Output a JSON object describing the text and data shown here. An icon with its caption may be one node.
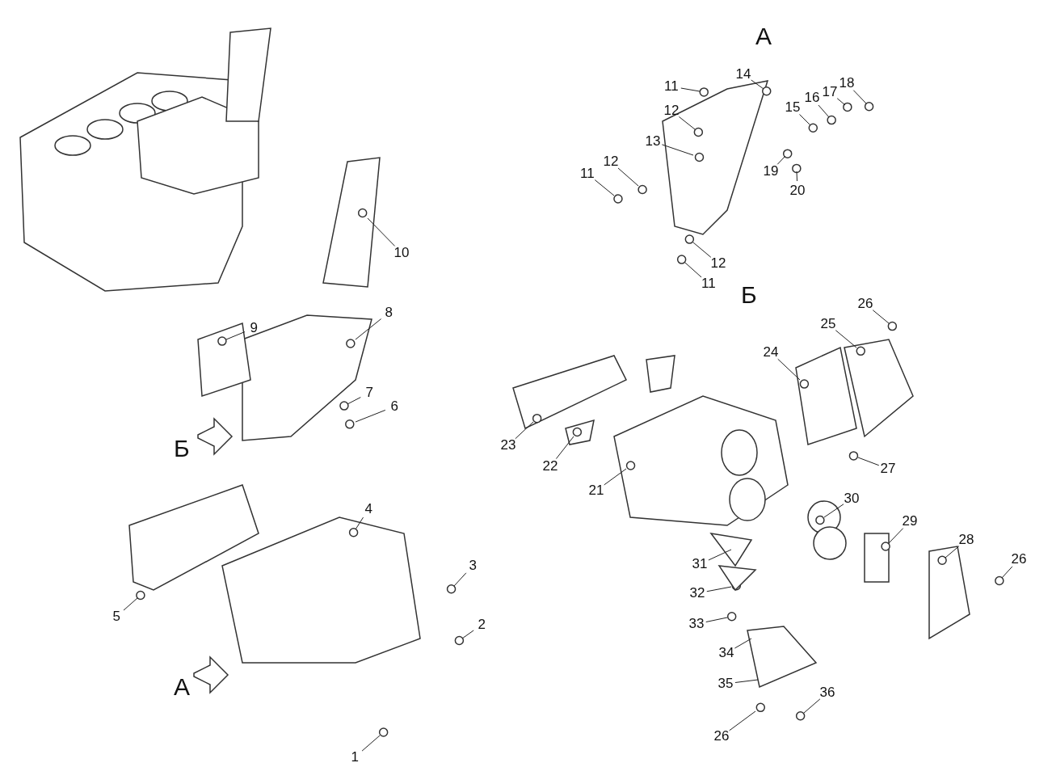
{
  "diagram": {
    "nodes": [
      {
        "text": [
          "14"
        ]
      },
      {
        "text": [
          "11"
        ]
      },
      {
        "text": [
          "12"
        ]
      },
      {
        "text": [
          "18"
        ]
      },
      {
        "text": [
          "17"
        ]
      },
      {
        "text": [
          "16"
        ]
      },
      {
        "text": [
          "15"
        ]
      },
      {
        "text": [
          "13"
        ]
      },
      {
        "text": [
          "12"
        ]
      },
      {
        "text": [
          "11"
        ]
      },
      {
        "text": [
          "19"
        ]
      },
      {
        "text": [
          "20"
        ]
      },
      {
        "text": [
          "10"
        ]
      },
      {
        "text": [
          "12"
        ]
      },
      {
        "text": [
          "11"
        ]
      },
      {
        "text": [
          "26"
        ]
      },
      {
        "text": [
          "8"
        ]
      },
      {
        "text": [
          "9"
        ]
      },
      {
        "text": [
          "25"
        ]
      },
      {
        "text": [
          "24"
        ]
      },
      {
        "text": [
          "7"
        ]
      },
      {
        "text": [
          "6"
        ]
      },
      {
        "text": [
          "23"
        ]
      },
      {
        "text": [
          "22"
        ]
      },
      {
        "text": [
          "21"
        ]
      },
      {
        "text": [
          "27"
        ]
      },
      {
        "text": [
          "30"
        ]
      },
      {
        "text": [
          "4"
        ]
      },
      {
        "text": [
          "29"
        ]
      },
      {
        "text": [
          "28"
        ]
      },
      {
        "text": [
          "26"
        ]
      },
      {
        "text": [
          "3"
        ]
      },
      {
        "text": [
          "31"
        ]
      },
      {
        "text": [
          "32"
        ]
      },
      {
        "text": [
          "5"
        ]
      },
      {
        "text": [
          "2"
        ]
      },
      {
        "text": [
          "33"
        ]
      },
      {
        "text": [
          "34"
        ]
      },
      {
        "text": [
          "35"
        ]
      },
      {
        "text": [
          "36"
        ]
      },
      {
        "text": [
          "26"
        ]
      },
      {
        "text": [
          "1"
        ]
      }
    ],
    "edges": [
      {
        "from": 0,
        "to": null,
        "arrow": "none"
      },
      {
        "from": 1,
        "to": null,
        "arrow": "none"
      },
      {
        "from": 2,
        "to": null,
        "arrow": "none"
      },
      {
        "from": 3,
        "to": null,
        "arrow": "none"
      },
      {
        "from": 4,
        "to": null,
        "arrow": "none"
      },
      {
        "from": 5,
        "to": null,
        "arrow": "none"
      },
      {
        "from": 6,
        "to": null,
        "arrow": "none"
      },
      {
        "from": 7,
        "to": null,
        "arrow": "none"
      },
      {
        "from": 8,
        "to": null,
        "arrow": "none"
      },
      {
        "from": 9,
        "to": null,
        "arrow": "none"
      },
      {
        "from": 10,
        "to": null,
        "arrow": "none"
      },
      {
        "from": 11,
        "to": null,
        "arrow": "none"
      },
      {
        "from": 12,
        "to": null,
        "arrow": "none"
      },
      {
        "from": 13,
        "to": null,
        "arrow": "none"
      },
      {
        "from": 14,
        "to": null,
        "arrow": "none"
      },
      {
        "from": 15,
        "to": null,
        "arrow": "none"
      },
      {
        "from": 16,
        "to": null,
        "arrow": "none"
      },
      {
        "from": 17,
        "to": null,
        "arrow": "none"
      },
      {
        "from": 18,
        "to": null,
        "arrow": "none"
      },
      {
        "from": 19,
        "to": null,
        "arrow": "none"
      },
      {
        "from": 20,
        "to": null,
        "arrow": "none"
      },
      {
        "from": 21,
        "to": null,
        "arrow": "none"
      },
      {
        "from": 22,
        "to": null,
        "arrow": "none"
      },
      {
        "from": 23,
        "to": null,
        "arrow": "none"
      },
      {
        "from": 24,
        "to": null,
        "arrow": "none"
      },
      {
        "from": 25,
        "to": null,
        "arrow": "none"
      },
      {
        "from": 26,
        "to": null,
        "arrow": "none"
      },
      {
        "from": 27,
        "to": null,
        "arrow": "none"
      },
      {
        "from": 28,
        "to": null,
        "arrow": "none"
      },
      {
        "from": 29,
        "to": null,
        "arrow": "none"
      },
      {
        "from": 30,
        "to": null,
        "arrow": "none"
      },
      {
        "from": 31,
        "to": null,
        "arrow": "none"
      },
      {
        "from": 32,
        "to": null,
        "arrow": "none"
      },
      {
        "from": 33,
        "to": null,
        "arrow": "none"
      },
      {
        "from": 34,
        "to": null,
        "arrow": "none"
      },
      {
        "from": 35,
        "to": null,
        "arrow": "none"
      },
      {
        "from": 36,
        "to": null,
        "arrow": "none"
      },
      {
        "from": 37,
        "to": null,
        "arrow": "none"
      },
      {
        "from": 38,
        "to": null,
        "arrow": "none"
      },
      {
        "from": 39,
        "to": null,
        "arrow": "none"
      },
      {
        "from": 40,
        "to": null,
        "arrow": "none"
      },
      {
        "from": 41,
        "to": null,
        "arrow": "none"
      }
    ],
    "labels": [
      "А",
      "Б",
      "Б",
      "А"
    ]
  }
}
